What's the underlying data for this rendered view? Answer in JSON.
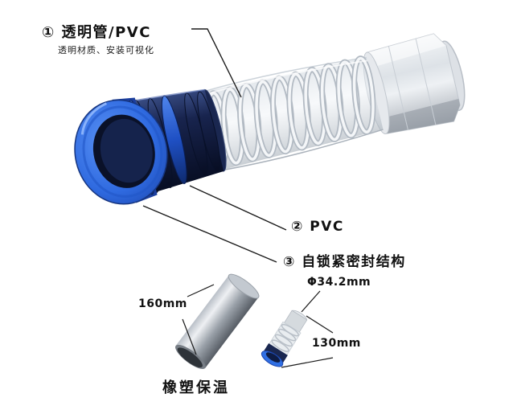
{
  "callouts": {
    "c1_label": "① 透明管/PVC",
    "c1_subtitle": "透明材质、安装可视化",
    "c2_label": "② PVC",
    "c3_label": "③ 自锁紧密封结构"
  },
  "dimensions": {
    "tube_length": "160mm",
    "diameter": "Φ34.2mm",
    "fitting_length": "130mm"
  },
  "caption": "橡塑保温",
  "colors": {
    "accent_blue": "#2f6fe4",
    "dark_navy": "#101a38",
    "transparent_grey": "#dfe3e8",
    "text": "#111111"
  }
}
